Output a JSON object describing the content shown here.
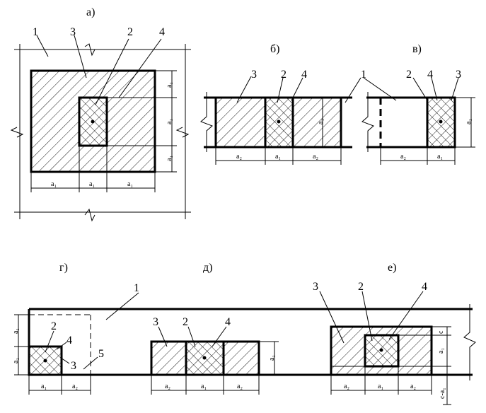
{
  "panels": {
    "a": {
      "title": "а)",
      "num1": "1",
      "num3": "3",
      "num2": "2",
      "num4": "4",
      "dims": [
        "a₁",
        "a₁",
        "a₁"
      ],
      "vdims": [
        "a₁",
        "a₁",
        "a₁"
      ]
    },
    "b": {
      "title": "б)",
      "num3": "3",
      "num2": "2",
      "num4": "4",
      "dims": [
        "a₂",
        "a₁",
        "a₂"
      ],
      "vdim": "a₁"
    },
    "v": {
      "title": "в)",
      "num1": "1",
      "num2": "2",
      "num4": "4",
      "num3": "3",
      "dims": [
        "a₂",
        "a₁"
      ],
      "vdim": "a₁"
    },
    "g": {
      "title": "г)",
      "num1": "1",
      "num2": "2",
      "num4": "4",
      "num3": "3",
      "num5": "5",
      "dims": [
        "a₁",
        "a₂"
      ],
      "vdims": [
        "a₁",
        "a₁"
      ]
    },
    "d": {
      "title": "д)",
      "num3": "3",
      "num2": "2",
      "num4": "4",
      "dims": [
        "a₂",
        "a₁",
        "a₂"
      ],
      "vdim": "a₁"
    },
    "e": {
      "title": "е)",
      "num3": "3",
      "num2": "2",
      "num4": "4",
      "dims": [
        "a₂",
        "a₁",
        "a₂"
      ],
      "vdims": [
        "c",
        "a₁",
        "c-a₁"
      ]
    }
  }
}
